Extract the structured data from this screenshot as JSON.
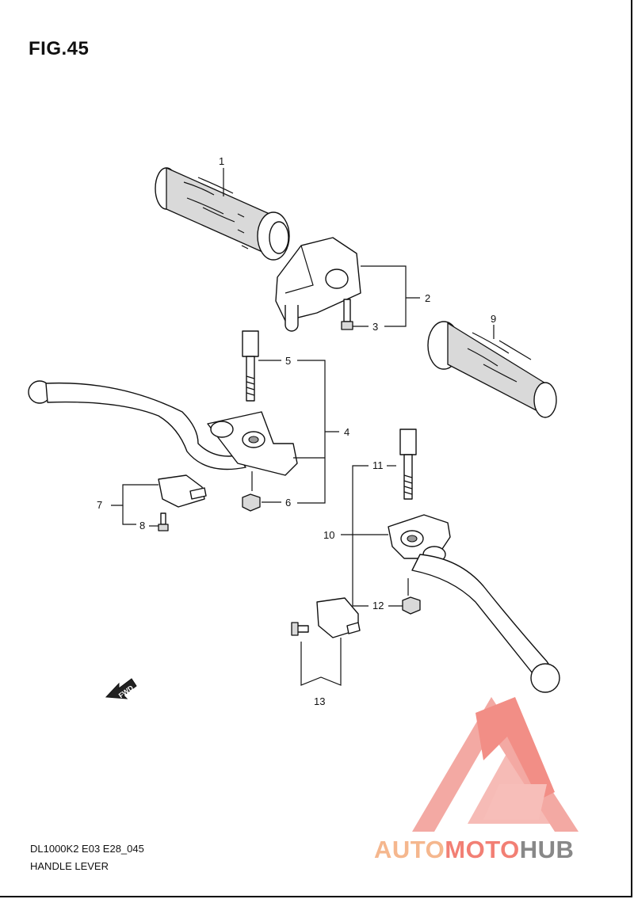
{
  "figure": {
    "title": "FIG.45"
  },
  "callouts": [
    "1",
    "2",
    "3",
    "4",
    "5",
    "6",
    "7",
    "8",
    "9",
    "10",
    "11",
    "12",
    "13"
  ],
  "fwd_label": "FWD",
  "footer": {
    "code": "DL1000K2 E03 E28_045",
    "title": "HANDLE LEVER"
  },
  "brand": {
    "part1": "AUTO",
    "part2": "MOTO",
    "part3": "HUB",
    "colors": {
      "auto": "#f5b78e",
      "moto": "#f27f74",
      "hub": "#888888",
      "logo": "#f07b72"
    }
  },
  "icons": [
    "fwd-arrow-icon",
    "automotohub-logo-icon"
  ]
}
